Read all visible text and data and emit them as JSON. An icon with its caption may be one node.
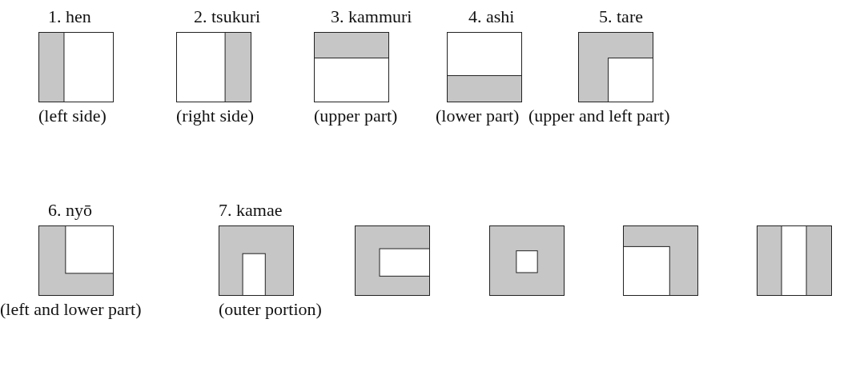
{
  "diagram": {
    "nodes": [
      {
        "text": [
          "1. hen"
        ],
        "beside": [
          "(left side)"
        ]
      },
      {
        "text": [
          "2. tsukuri"
        ],
        "beside": [
          "(right side)"
        ]
      },
      {
        "text": [
          "3. kammuri"
        ],
        "beside": [
          "(upper part)"
        ]
      },
      {
        "text": [
          "4. ashi"
        ],
        "beside": [
          "(lower part)"
        ]
      },
      {
        "text": [
          "5. tare"
        ],
        "beside": [
          "(upper and left part)"
        ]
      },
      {
        "text": [
          "6. nyō"
        ],
        "beside": [
          "(left and lower part)"
        ]
      },
      {
        "text": [
          "7. kamae"
        ],
        "beside": [
          "(outer portion)"
        ]
      },
      {
        "text": [],
        "shape": "box"
      },
      {
        "text": [],
        "shape": "box"
      },
      {
        "text": [],
        "shape": "box"
      },
      {
        "text": [],
        "shape": "box"
      }
    ]
  }
}
